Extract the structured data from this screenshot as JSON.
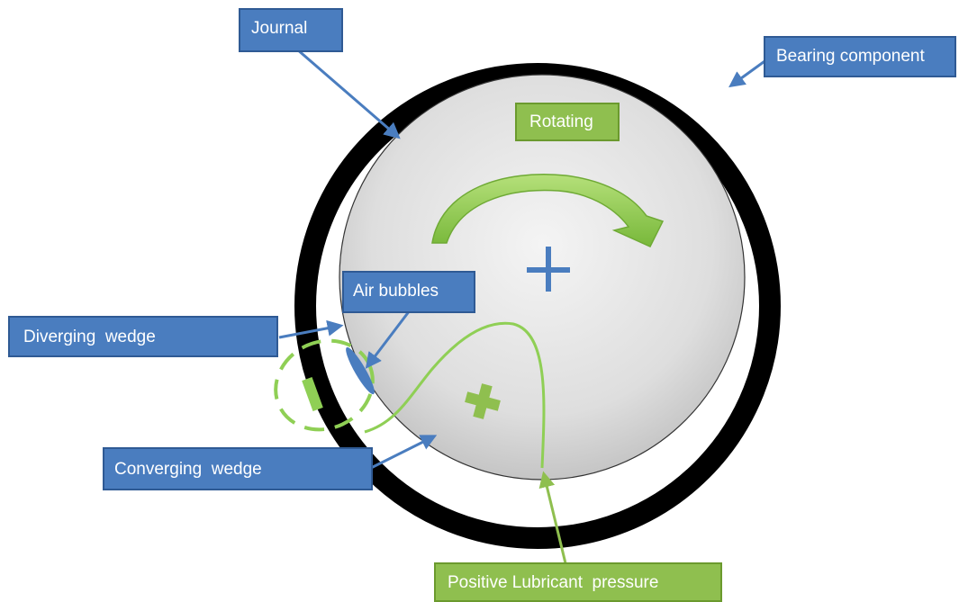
{
  "colors": {
    "label_blue": "#4a7dbf",
    "label_blue_border": "#2f5a94",
    "label_green": "#8fbf4f",
    "label_green_border": "#6b9a2e",
    "bearing": "#000000",
    "journal_fill": "#d9d9d9",
    "arrow_blue": "#4a7dbf",
    "curve_green": "#8fcf55",
    "center_mark": "#4a7dbf"
  },
  "labels": {
    "journal": "Journal",
    "bearing_component": "Bearing component",
    "rotating": "Rotating",
    "air_bubbles": "Air bubbles",
    "diverging_wedge": "Diverging  wedge",
    "converging_wedge": "Converging  wedge",
    "positive_lubricant_pressure": "Positive Lubricant  pressure"
  },
  "icons": {
    "rotation": "curved-arrow-icon",
    "center": "plus-icon",
    "pressure_center": "plus-icon"
  }
}
